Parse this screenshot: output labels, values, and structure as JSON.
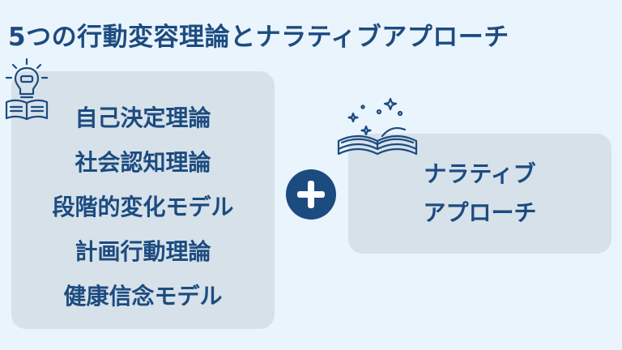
{
  "title": "5つの行動変容理論とナラティブアプローチ",
  "theories": [
    "自己決定理論",
    "社会認知理論",
    "段階的変化モデル",
    "計画行動理論",
    "健康信念モデル"
  ],
  "narrative": {
    "line1": "ナラティブ",
    "line2": "アプローチ"
  },
  "icons": {
    "left": "lightbulb-book-icon",
    "right": "open-book-sparkles-icon",
    "center": "plus-icon"
  },
  "colors": {
    "background": "#e9f4fd",
    "panel": "#d6e1ea",
    "text": "#1c4b7f",
    "accent": "#1c4b7f"
  }
}
